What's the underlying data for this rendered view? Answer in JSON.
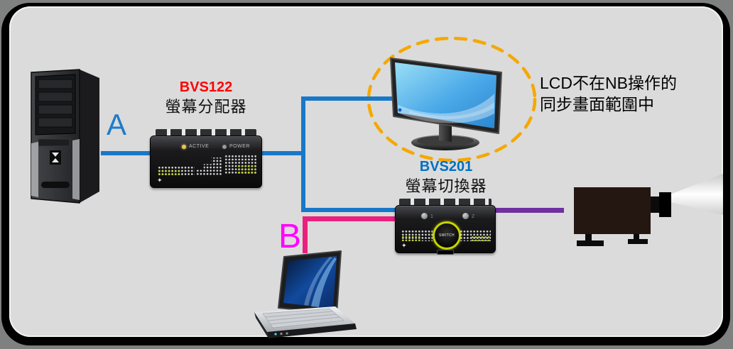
{
  "labels": {
    "input_a": "A",
    "input_b": "B"
  },
  "splitter": {
    "model": "BVS122",
    "device_name": "螢幕分配器",
    "led_active_label": "ACTIVE",
    "led_power_label": "POWER"
  },
  "switcher": {
    "model": "BVS201",
    "device_name": "螢幕切換器",
    "port1_label": "1",
    "port2_label": "2",
    "switch_label": "SWITCH"
  },
  "annotation": {
    "line1": "LCD不在NB操作的",
    "line2": "同步畫面範圍中"
  },
  "colors": {
    "line_blue": "#1878c8",
    "line_magenta": "#e8217e",
    "line_purple": "#7030a0",
    "label_a_color": "#1f7cc9",
    "label_b_color": "#ff00ff",
    "model_red": "#ff0000",
    "model_blue": "#0070c0",
    "oval_dash": "#f5a800"
  }
}
